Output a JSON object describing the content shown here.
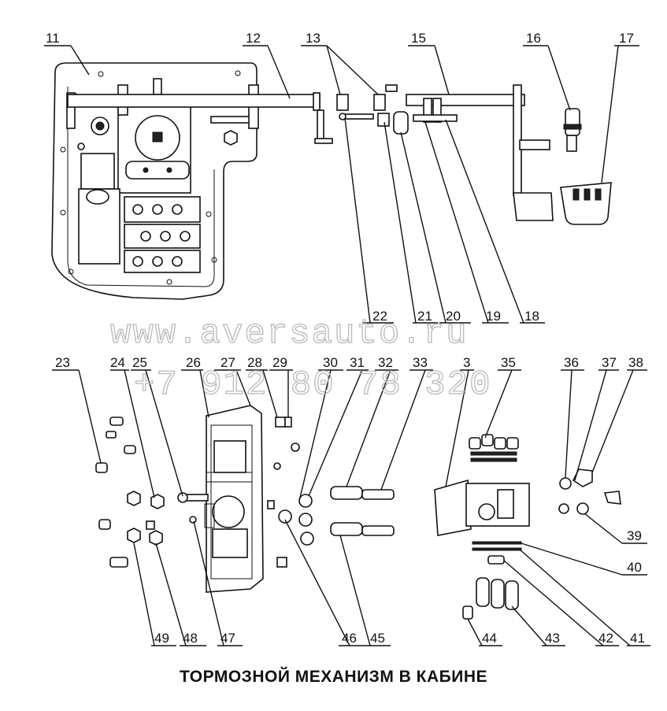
{
  "caption": "ТОРМОЗНОЙ МЕХАНИЗМ В КАБИНЕ",
  "watermark": {
    "site": "www.aversauto.ru",
    "phone": "+7 912 80 78 320",
    "color": "#b9b9b9"
  },
  "callouts": {
    "c11": "11",
    "c12": "12",
    "c13": "13",
    "c15": "15",
    "c16": "16",
    "c17": "17",
    "c18": "18",
    "c19": "19",
    "c20": "20",
    "c21": "21",
    "c22": "22",
    "c23": "23",
    "c24": "24",
    "c25": "25",
    "c26": "26",
    "c27": "27",
    "c28": "28",
    "c29": "29",
    "c30": "30",
    "c31": "31",
    "c32": "32",
    "c33": "33",
    "c3": "3",
    "c35": "35",
    "c36": "36",
    "c37": "37",
    "c38": "38",
    "c39": "39",
    "c40": "40",
    "c41": "41",
    "c42": "42",
    "c43": "43",
    "c44": "44",
    "c45": "45",
    "c46": "46",
    "c47": "47",
    "c48": "48",
    "c49": "49"
  }
}
